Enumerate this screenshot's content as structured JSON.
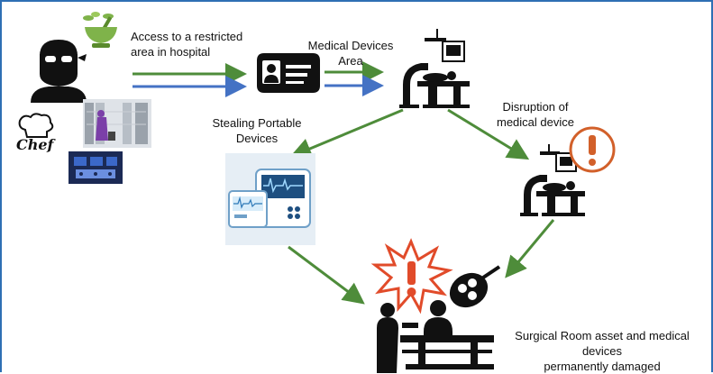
{
  "labels": {
    "access": [
      "Access to a restricted",
      "area in hospital"
    ],
    "devices_area": [
      "Medical Devices",
      "Area"
    ],
    "stealing": [
      "Stealing Portable",
      "Devices"
    ],
    "disruption": [
      "Disruption of",
      "medical device"
    ],
    "outcome": [
      "Surgical Room asset and medical devices",
      "permanently damaged"
    ]
  },
  "icons": {
    "attacker": "masked-intruder-icon",
    "mortar": "mortar-pestle-icon",
    "chef": "chef-hat-icon",
    "server_room": "server-room-photo",
    "electronics": "electronics-board-photo",
    "id_card": "id-badge-icon",
    "scanner": "medical-scanner-icon",
    "portable": "portable-monitor-icon",
    "scanner_alert": "scanner-warning-icon",
    "surgery": "surgery-room-icon"
  },
  "colors": {
    "green_arrow": "#4e8c3a",
    "blue_arrow": "#4472c4",
    "frame": "#2e6fb4",
    "alert_orange": "#d2602a",
    "alert_red": "#e14b2a"
  }
}
